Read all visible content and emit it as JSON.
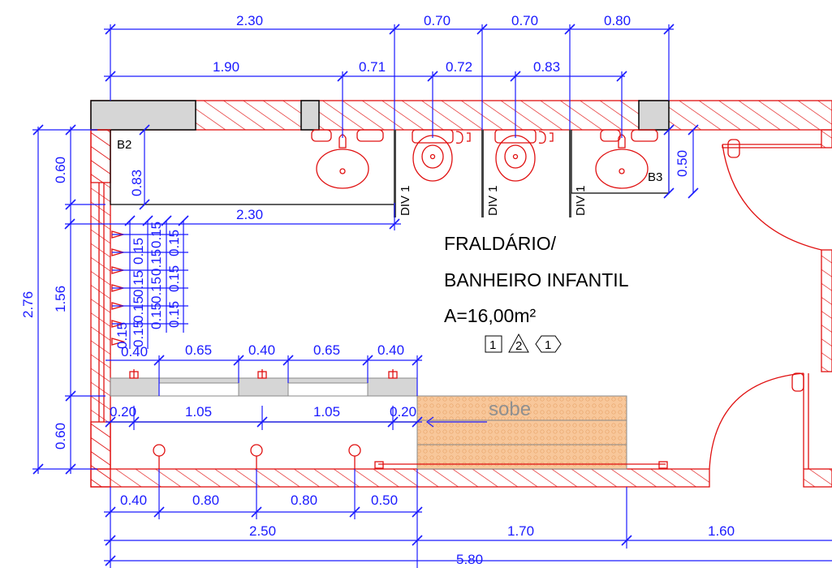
{
  "room": {
    "title_line1": "FRALDÁRIO/",
    "title_line2": "BANHEIRO INFANTIL",
    "area": "A=16,00m²",
    "tag1": "1",
    "tag2": "2",
    "tag3": "1"
  },
  "labels": {
    "b2": "B2",
    "b3": "B3",
    "div1": "DIV 1",
    "div2": "DIV 1",
    "div3": "DIV 1",
    "sobe": "sobe"
  },
  "dims_top": {
    "d1": "2.30",
    "d2": "0.70",
    "d3": "0.70",
    "d4": "0.80",
    "e1": "1.90",
    "e2": "0.71",
    "e3": "0.72",
    "e4": "0.83"
  },
  "dims_inner": {
    "counter": "2.30",
    "v083": "0.83",
    "v050": "0.50",
    "sp_a1": "0.15",
    "sp_a2": "0.15",
    "sp_a3": "0.15",
    "sp_a4": "0.15",
    "sp_a5": "0.15",
    "sp_b1": "0.15",
    "sp_b2": "0.15",
    "sp_b3": "0.15",
    "sp_b4": "0.15",
    "sp_c1": "0.15",
    "sp_c2": "0.15",
    "sp_c3": "0.15",
    "t1": "0.40",
    "t2": "0.65",
    "t3": "0.40",
    "t4": "0.65",
    "t5": "0.40",
    "b1": "0.20",
    "b2": "1.05",
    "b3": "1.05",
    "b4": "0.20"
  },
  "dims_left": {
    "total": "2.76",
    "top": "0.60",
    "mid": "1.56",
    "bottom": "0.60"
  },
  "dims_bottom": {
    "f1": "0.40",
    "f2": "0.80",
    "f3": "0.80",
    "f4": "0.50",
    "g1": "2.50",
    "g2": "1.70",
    "g3": "1.60",
    "total": "5.80"
  }
}
